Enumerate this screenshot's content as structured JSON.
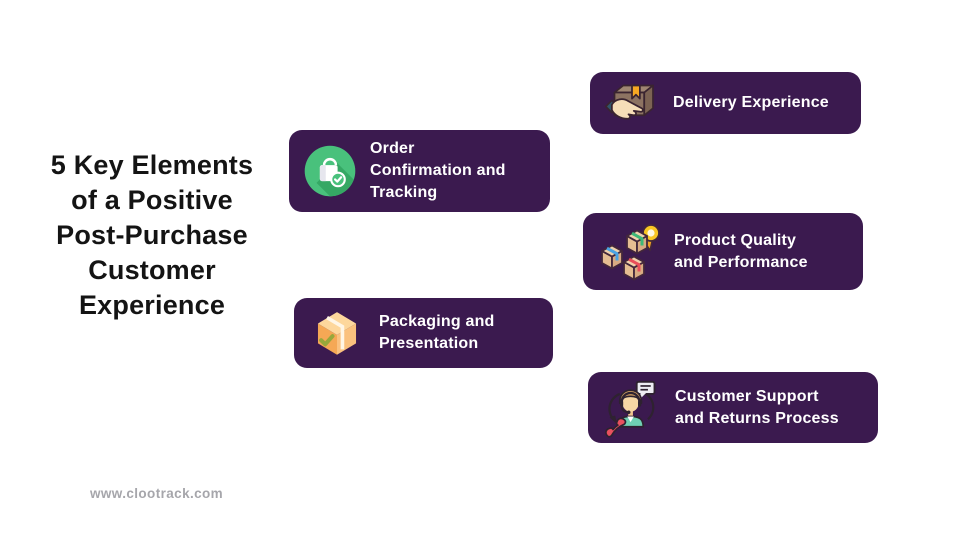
{
  "title": {
    "lines": [
      "5 Key Elements",
      "of a Positive",
      "Post-Purchase",
      "Customer",
      "Experience"
    ]
  },
  "cards": [
    {
      "id": "order-confirmation-and-tracking",
      "icon": "shopping-bag-check-icon",
      "lines": [
        "Order",
        "Confirmation and",
        "Tracking"
      ]
    },
    {
      "id": "delivery-experience",
      "icon": "hand-holding-package-icon",
      "lines": [
        "Delivery Experience"
      ]
    },
    {
      "id": "product-quality-and-performance",
      "icon": "boxes-award-badge-icon",
      "lines": [
        "Product Quality",
        "and Performance"
      ]
    },
    {
      "id": "packaging-and-presentation",
      "icon": "package-box-check-icon",
      "lines": [
        "Packaging and",
        "Presentation"
      ]
    },
    {
      "id": "customer-support-and-returns",
      "icon": "support-agent-phone-icon",
      "lines": [
        "Customer Support",
        "and Returns Process"
      ]
    }
  ],
  "footer": {
    "website": "www.clootrack.com"
  },
  "colors": {
    "card_background": "#3b1a4f",
    "card_text": "#ffffff",
    "title_text": "#141414",
    "footer_text": "#a6a6ab",
    "icon_green": "#49c17c",
    "icon_green_shadow": "#35a864",
    "icon_orange": "#f6ad5a",
    "icon_red": "#e8515f",
    "icon_teal": "#6fd0b4",
    "icon_yellow": "#f9c623",
    "icon_brown_box": "#8d7362",
    "icon_tan_box": "#eccba4"
  }
}
